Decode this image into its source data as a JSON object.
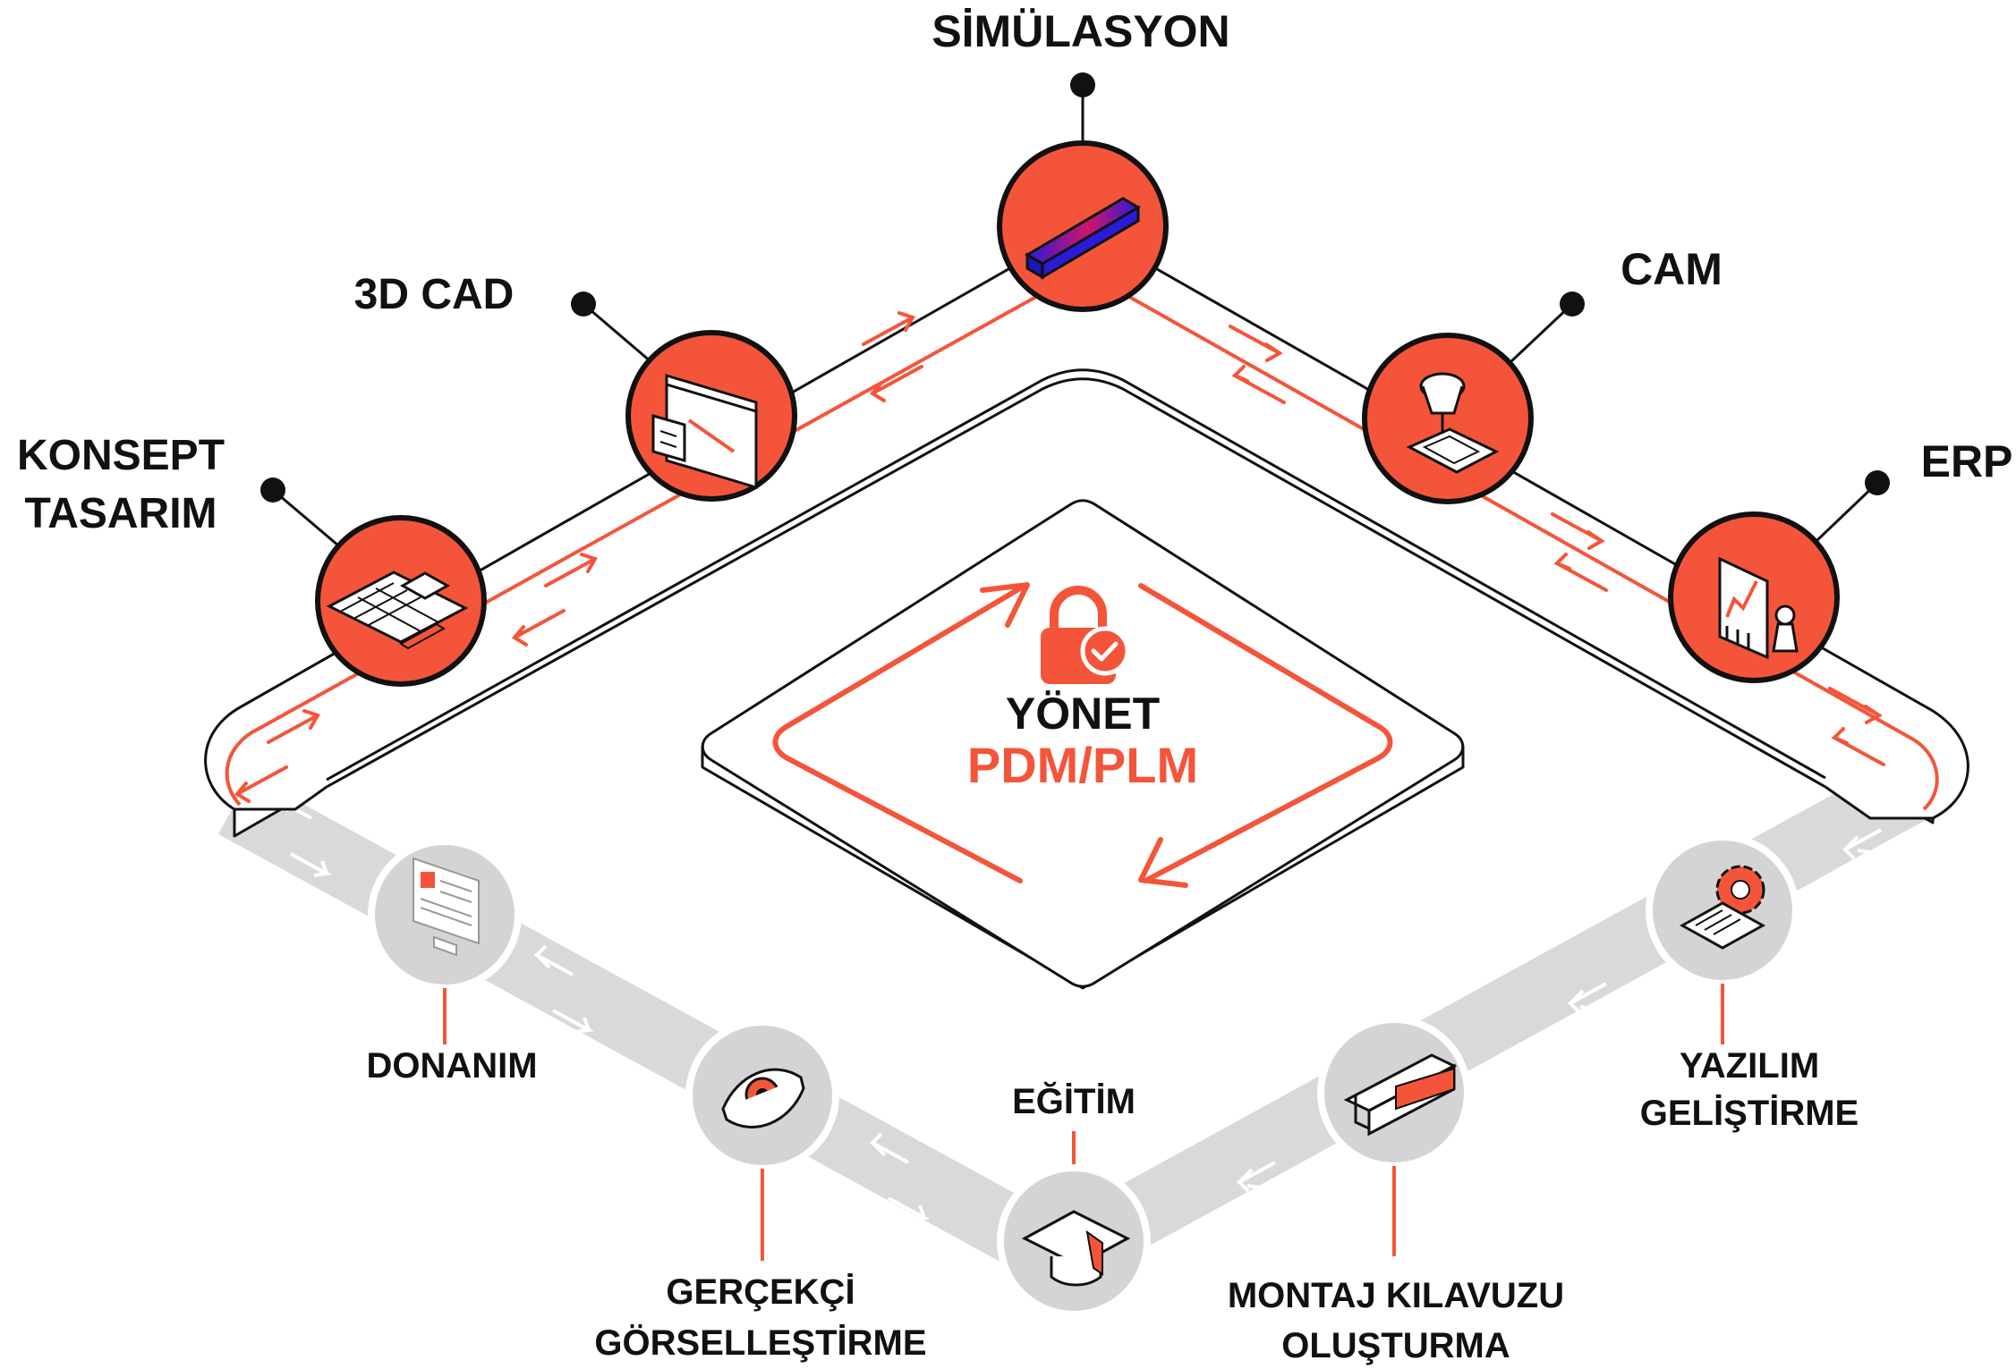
{
  "top_stages": [
    {
      "id": "konsept",
      "lines": [
        "KONSEPT",
        "TASARIM"
      ]
    },
    {
      "id": "cad",
      "lines": [
        "3D CAD"
      ]
    },
    {
      "id": "simulasyon",
      "lines": [
        "SİMÜLASYON"
      ]
    },
    {
      "id": "cam",
      "lines": [
        "CAM"
      ]
    },
    {
      "id": "erp",
      "lines": [
        "ERP"
      ]
    }
  ],
  "bottom_stages": [
    {
      "id": "donanim",
      "lines": [
        "DONANIM"
      ]
    },
    {
      "id": "gorsellestirme",
      "lines": [
        "GERÇEKÇİ",
        "GÖRSELLEŞTİRME"
      ]
    },
    {
      "id": "egitim",
      "lines": [
        "EĞİTİM"
      ]
    },
    {
      "id": "montaj",
      "lines": [
        "MONTAJ KILAVUZU",
        "OLUŞTURMA"
      ]
    },
    {
      "id": "yazilim",
      "lines": [
        "YAZILIM",
        "GELİŞTİRME"
      ]
    }
  ],
  "center": {
    "title": "YÖNET",
    "subtitle": "PDM/PLM",
    "icon": "lock-check-icon"
  },
  "colors": {
    "accent": "#f4553a",
    "dark": "#111111",
    "gray_track": "#d9d9d9",
    "gray_node": "#d4d4d4"
  }
}
